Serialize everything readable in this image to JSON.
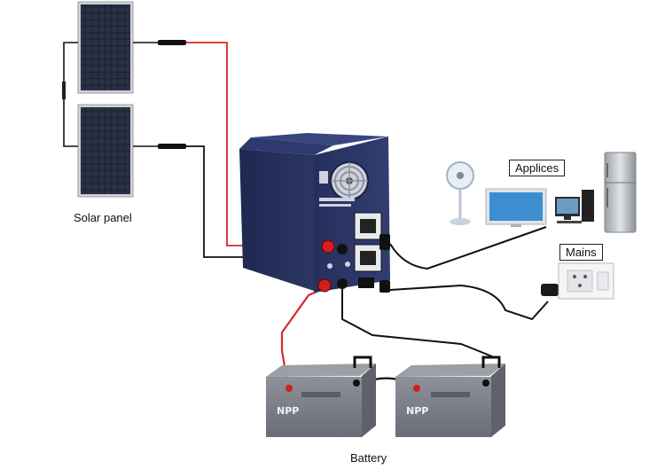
{
  "labels": {
    "solar_panel": "Solar panel",
    "battery": "Battery",
    "applices": "Applices",
    "mains": "Mains"
  },
  "battery_brand": "NPP",
  "colors": {
    "positive_wire": "#d42a2a",
    "negative_wire": "#111111",
    "inverter_body": "#2b3566",
    "panel_cell": "#1c2233",
    "battery_body": "#7d8088"
  }
}
